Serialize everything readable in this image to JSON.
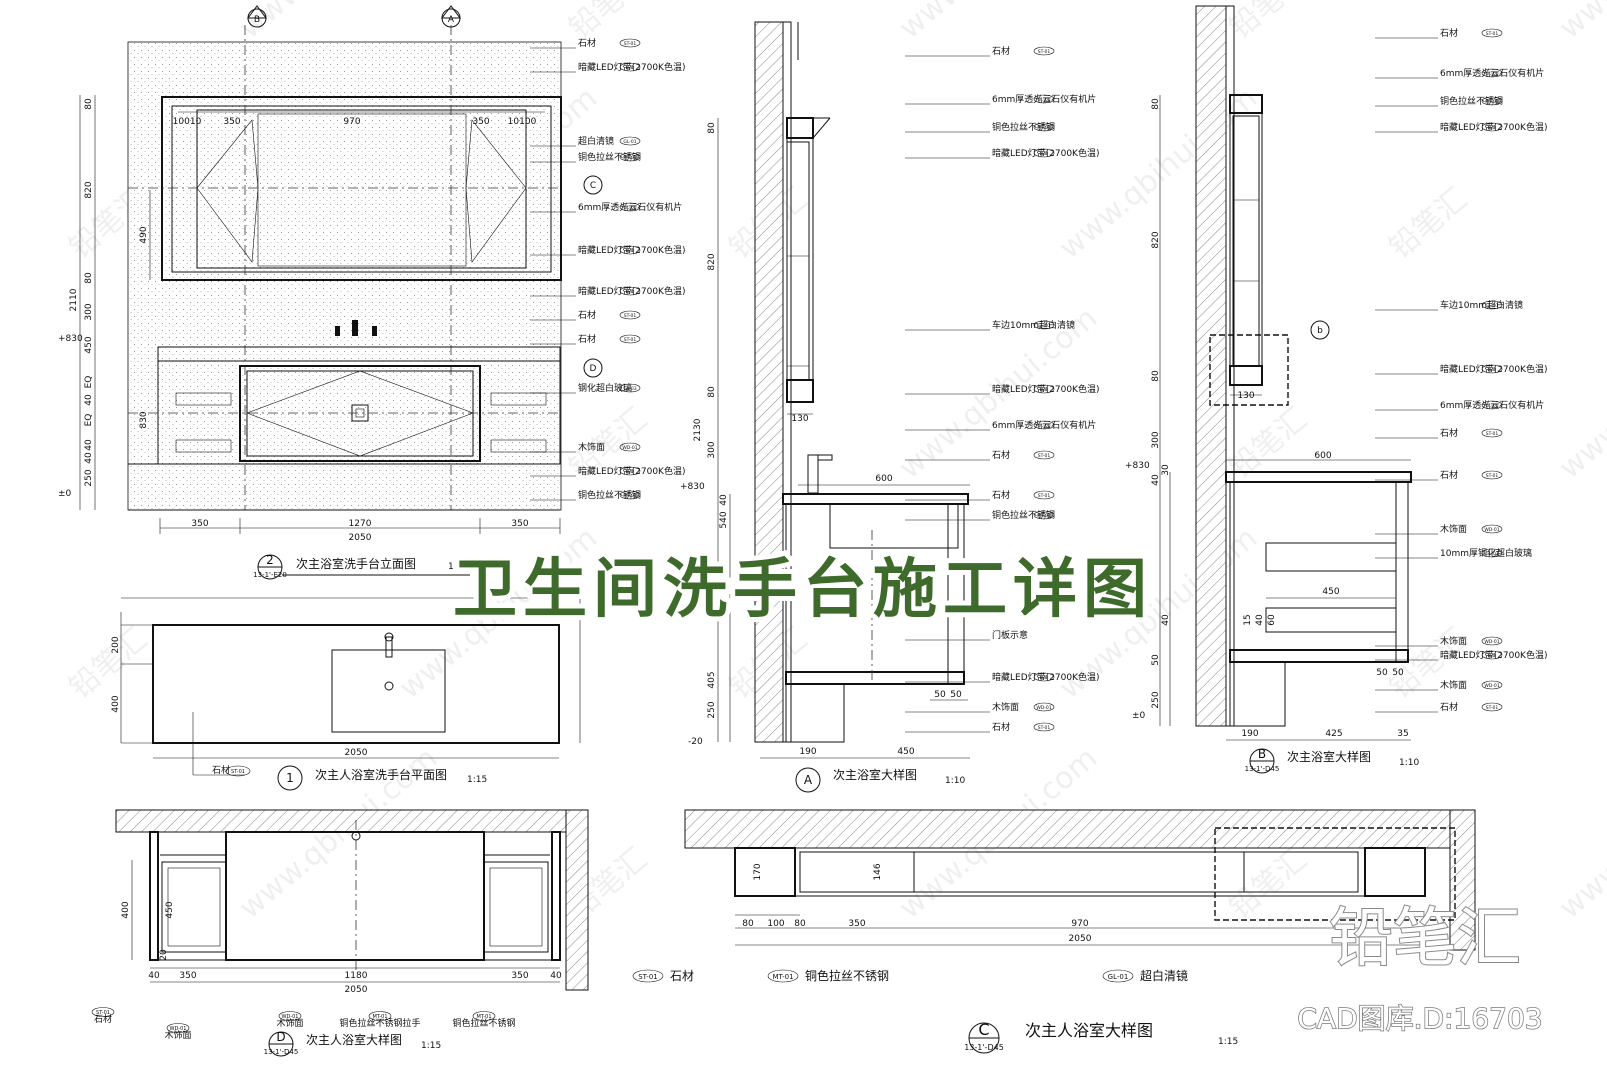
{
  "banner": "卫生间洗手台施工详图",
  "brand": {
    "mark": "铅笔汇",
    "cad_id": "CAD图库.D:16703"
  },
  "watermark": {
    "cn": "铅笔汇",
    "url": "www.qbihui.com"
  },
  "view_elevation": {
    "title": "次主浴室洗手台立面图",
    "number": "2",
    "ref": "13-1'-E20",
    "scale": "1:15",
    "marker_b": "B",
    "marker_a": "A",
    "marker_c": "C",
    "marker_d": "D",
    "dims_top": [
      "10010",
      "350",
      "970",
      "350",
      "10100"
    ],
    "dims_left": [
      "80",
      "820",
      "490",
      "80",
      "300",
      "450",
      "EQ",
      "40",
      "EQ",
      "40",
      "40",
      "250",
      "2110",
      "830"
    ],
    "levels": [
      "+830",
      "±0"
    ],
    "dims_bottom": [
      "350",
      "1270",
      "350",
      "2050"
    ],
    "notes": [
      "石材",
      "暗藏LED灯带(2700K色温)",
      "超白清镜",
      "铜色拉丝不锈钢",
      "6mm厚透光云石仪有机片",
      "暗藏LED灯带(2700K色温)",
      "暗藏LED灯带(2700K色温)",
      "石材",
      "石材",
      "钢化超白玻璃",
      "木饰面",
      "暗藏LED灯带(2700K色温)",
      "铜色拉丝不锈钢"
    ],
    "codes": [
      "ST-01",
      "LED",
      "GL-01",
      "MT-01",
      "GL-05",
      "LED",
      "LED",
      "ST-01",
      "ST-01",
      "GL-03",
      "WD-01",
      "LED",
      "MT-01"
    ]
  },
  "view_plan": {
    "title": "次主人浴室洗手台平面图",
    "number": "1",
    "scale": "1:15",
    "dims_left": [
      "200",
      "400"
    ],
    "dim_bottom": "2050",
    "note": "石材",
    "code": "ST-01"
  },
  "view_section_a": {
    "title": "次主浴室大样图",
    "marker": "A",
    "scale": "1:10",
    "dims_left": [
      "80",
      "820",
      "80",
      "300",
      "2130",
      "540",
      "40",
      "405",
      "250"
    ],
    "levels": [
      "+830",
      "-20"
    ],
    "dims_bottom": [
      "190",
      "450"
    ],
    "dim_top": "600",
    "dim_small": "130",
    "dims_foot": [
      "50",
      "50"
    ],
    "notes": [
      "石材",
      "6mm厚透光云石仪有机片",
      "铜色拉丝不锈钢",
      "暗藏LED灯带(2700K色温)",
      "车边10mm超白清镜",
      "暗藏LED灯带(2700K色温)",
      "6mm厚透光云石仪有机片",
      "石材",
      "石材",
      "铜色拉丝不锈钢",
      "门板示意",
      "暗藏LED灯带(2700K色温)",
      "木饰面",
      "石材"
    ],
    "codes": [
      "ST-01",
      "GL-05",
      "MT-01",
      "LED",
      "GL-01",
      "LED",
      "GL-05",
      "ST-01",
      "ST-01",
      "MT-01",
      "",
      "LED",
      "WD-01",
      "ST-01"
    ]
  },
  "view_section_b": {
    "title": "次主浴室大样图",
    "marker": "B",
    "ref": "13-1'-D45",
    "scale": "1:10",
    "dims_left": [
      "80",
      "820",
      "80",
      "300",
      "40",
      "30",
      "40",
      "50",
      "250"
    ],
    "levels": [
      "+830",
      "±0"
    ],
    "dims_bottom": [
      "190",
      "425",
      "35"
    ],
    "dim_top": "600",
    "dim_small": "130",
    "dim_inner": "450",
    "dims_foot": [
      "50",
      "50"
    ],
    "dims_mid": [
      "15",
      "40",
      "60"
    ],
    "notes": [
      "石材",
      "6mm厚透光云石仪有机片",
      "铜色拉丝不锈钢",
      "暗藏LED灯带(2700K色温)",
      "车边10mm超白清镜",
      "暗藏LED灯带(2700K色温)",
      "6mm厚透光云石仪有机片",
      "石材",
      "石材",
      "木饰面",
      "10mm厚钢化超白玻璃",
      "木饰面",
      "暗藏LED灯带(2700K色温)",
      "木饰面",
      "石材"
    ],
    "codes": [
      "ST-01",
      "GL-05",
      "MT-01",
      "LED",
      "GL-01",
      "LED",
      "GL-05",
      "ST-01",
      "ST-01",
      "WD-01",
      "GL-03",
      "WD-01",
      "LED",
      "WD-01",
      "ST-01"
    ],
    "marker_small": "b"
  },
  "view_section_d": {
    "title": "次主人浴室大样图",
    "marker": "D",
    "ref": "13-1'-D45",
    "scale": "1:15",
    "dims_left": [
      "400",
      "450",
      "20"
    ],
    "dims_bottom": [
      "350",
      "1180",
      "350",
      "2050",
      "40",
      "40"
    ],
    "notes": [
      "石材",
      "木饰面",
      "木饰面",
      "铜色拉丝不锈钢拉手",
      "铜色拉丝不锈钢"
    ],
    "codes": [
      "ST-01",
      "WD-01",
      "WD-01",
      "MT-01",
      "MT-01"
    ]
  },
  "view_section_c": {
    "title": "次主人浴室大样图",
    "marker": "C",
    "ref": "13-1'-D45",
    "scale": "1:15",
    "dims": [
      "80",
      "100",
      "80",
      "350",
      "970",
      "2050",
      "146",
      "170"
    ],
    "notes": [
      "石材",
      "铜色拉丝不锈钢",
      "超白清镜"
    ],
    "codes": [
      "ST-01",
      "MT-01",
      "GL-01"
    ]
  }
}
